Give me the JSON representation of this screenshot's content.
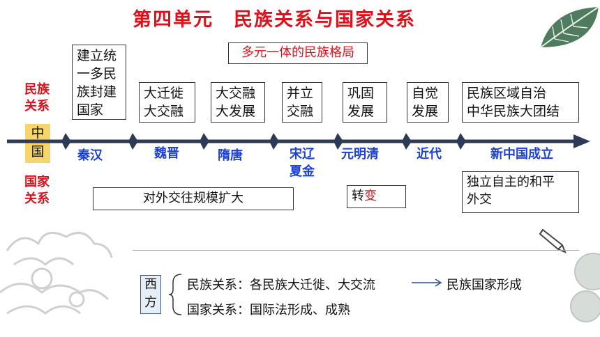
{
  "title": "第四单元　民族关系与国家关系",
  "subtitle": "多元一体的民族格局",
  "left_labels": {
    "ethnic": [
      "民族",
      "关系"
    ],
    "china": [
      "中",
      "国"
    ],
    "state": [
      "国家",
      "关系"
    ]
  },
  "ethnic_boxes": [
    [
      "建立统",
      "一多民",
      "族封建",
      "国家"
    ],
    [
      "大迁徙",
      "大交融"
    ],
    [
      "大交融",
      "大发展"
    ],
    [
      "并立",
      "交融"
    ],
    [
      "巩固",
      "发展"
    ],
    [
      "自觉",
      "发展"
    ],
    [
      "民族区域自治",
      "中华民族大团结"
    ]
  ],
  "eras": [
    "秦汉",
    "魏晋",
    "隋唐",
    "宋辽",
    "夏金",
    "元明清",
    "近代",
    "新中国成立"
  ],
  "foreign_box": "对外交往规模扩大",
  "turn_box": {
    "prefix": "转",
    "highlight": "变"
  },
  "peace_box": [
    "独立自主的和平",
    "外交"
  ],
  "west": {
    "label": [
      "西",
      "方"
    ],
    "ethnic_line": "民族关系：各民族大迁徙、大交流",
    "ethnic_result": "民族国家形成",
    "state_line": "国家关系：国际法形成、成熟"
  },
  "colors": {
    "title": "#e0101a",
    "era": "#1c3fd6",
    "timeline": "#2d3a55",
    "china_bg": "#f7d56d"
  }
}
